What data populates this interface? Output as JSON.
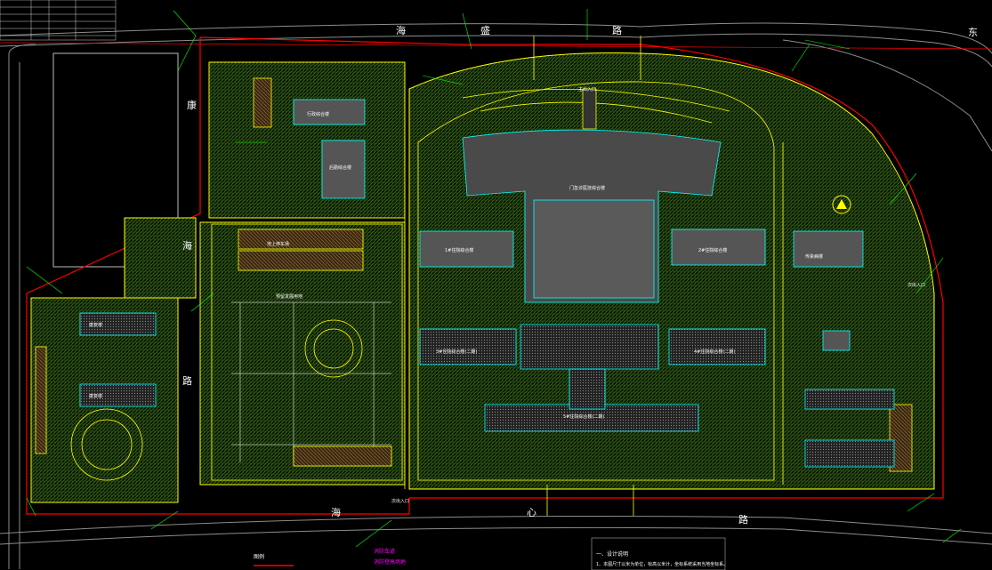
{
  "roads": {
    "north_1": "海",
    "north_2": "盛",
    "north_3": "路",
    "north_4": "东",
    "west_1": "康",
    "west_2": "海",
    "west_3": "路",
    "south_1": "海",
    "south_2": "心",
    "south_3": "路"
  },
  "labels": {
    "main_outpatient": "门急诊医技综合楼",
    "inpatient_1": "1#住院综合楼",
    "inpatient_2": "2#住院综合楼",
    "inpatient_3": "3#住院综合楼(二期)",
    "inpatient_4": "4#住院综合楼(二期)",
    "inpatient_5": "5#住院综合楼(二期)",
    "admin": "行政综合楼",
    "logistics": "后勤综合楼",
    "parking": "地上停车场",
    "reserve": "预留发展用地",
    "infectious": "传染病楼",
    "rehab_1": "康复楼",
    "rehab_2": "康复楼",
    "south_entry": "次出入口",
    "east_entry": "次出入口",
    "main_entry": "主出入口"
  },
  "colors": {
    "green": "#00ff00",
    "yellow": "#ffff00",
    "red": "#ff0000",
    "building": "#555555",
    "cyan": "#00ffff",
    "magenta": "#ff00ff"
  },
  "legend": {
    "title": "图例",
    "line_1": "消防车道",
    "line_2": "消防登高场地"
  },
  "notes": {
    "title": "一、设计说明",
    "line_1": "1、本图尺寸以米为单位，标高以米计，坐标系统采用当地坐标系。"
  }
}
